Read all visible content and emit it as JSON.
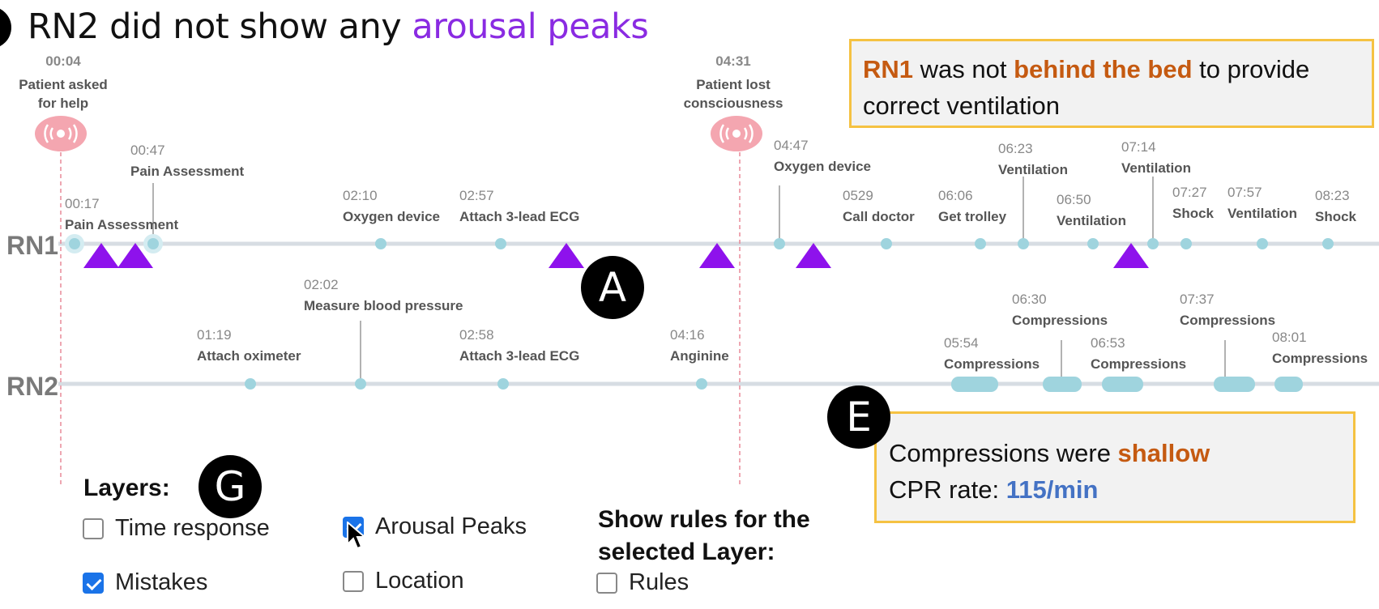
{
  "heading": {
    "prefix": "RN2 did not show any ",
    "highlight": "arousal peaks"
  },
  "badges": {
    "a": "A",
    "e": "E",
    "g": "G"
  },
  "callouts": {
    "rn1": {
      "actor": "RN1",
      "t1": " was not ",
      "hl": "behind the bed",
      "t2": " to provide",
      "line2": "correct ventilation"
    },
    "cpr": {
      "t1": "Compressions were ",
      "hl": "shallow",
      "t2": "CPR rate: ",
      "rate": "115/min"
    }
  },
  "timeline": {
    "lanes": [
      "RN1",
      "RN2"
    ],
    "markers": [
      {
        "time": "00:04",
        "label_lines": [
          "Patient asked",
          "for help"
        ]
      },
      {
        "time": "04:31",
        "label_lines": [
          "Patient lost",
          "consciousness"
        ]
      }
    ],
    "rn1_events": [
      {
        "time": "00:17",
        "label": "Pain Assessment"
      },
      {
        "time": "00:47",
        "label": "Pain Assessment"
      },
      {
        "time": "02:10",
        "label": "Oxygen device"
      },
      {
        "time": "02:57",
        "label": "Attach  3-lead ECG"
      },
      {
        "time": "04:47",
        "label": "Oxygen device"
      },
      {
        "time": "0529",
        "label": "Call doctor"
      },
      {
        "time": "06:06",
        "label": "Get trolley"
      },
      {
        "time": "06:23",
        "label": "Ventilation"
      },
      {
        "time": "06:50",
        "label": "Ventilation"
      },
      {
        "time": "07:14",
        "label": "Ventilation"
      },
      {
        "time": "07:27",
        "label": "Shock"
      },
      {
        "time": "07:57",
        "label": "Ventilation"
      },
      {
        "time": "08:23",
        "label": "Shock"
      }
    ],
    "rn2_events": [
      {
        "time": "01:19",
        "label": "Attach oximeter"
      },
      {
        "time": "02:02",
        "label": "Measure blood pressure"
      },
      {
        "time": "02:58",
        "label": "Attach  3-lead ECG"
      },
      {
        "time": "04:16",
        "label": "Anginine"
      },
      {
        "time": "05:54",
        "label": "Compressions"
      },
      {
        "time": "06:30",
        "label": "Compressions"
      },
      {
        "time": "06:53",
        "label": "Compressions"
      },
      {
        "time": "07:37",
        "label": "Compressions"
      },
      {
        "time": "08:01",
        "label": "Compressions"
      }
    ]
  },
  "layers": {
    "title": "Layers:",
    "time_response": "Time response",
    "arousal_peaks": "Arousal Peaks",
    "mistakes": "Mistakes",
    "location": "Location",
    "rules_title_1": "Show rules for the",
    "rules_title_2": "selected Layer:",
    "rules": "Rules"
  },
  "colors": {
    "accent_purple": "#8a2be2",
    "event_teal": "#9fd4de",
    "marker_pink": "#f4a6b0",
    "highlight_orange": "#c55a11",
    "highlight_blue": "#4472c4"
  }
}
